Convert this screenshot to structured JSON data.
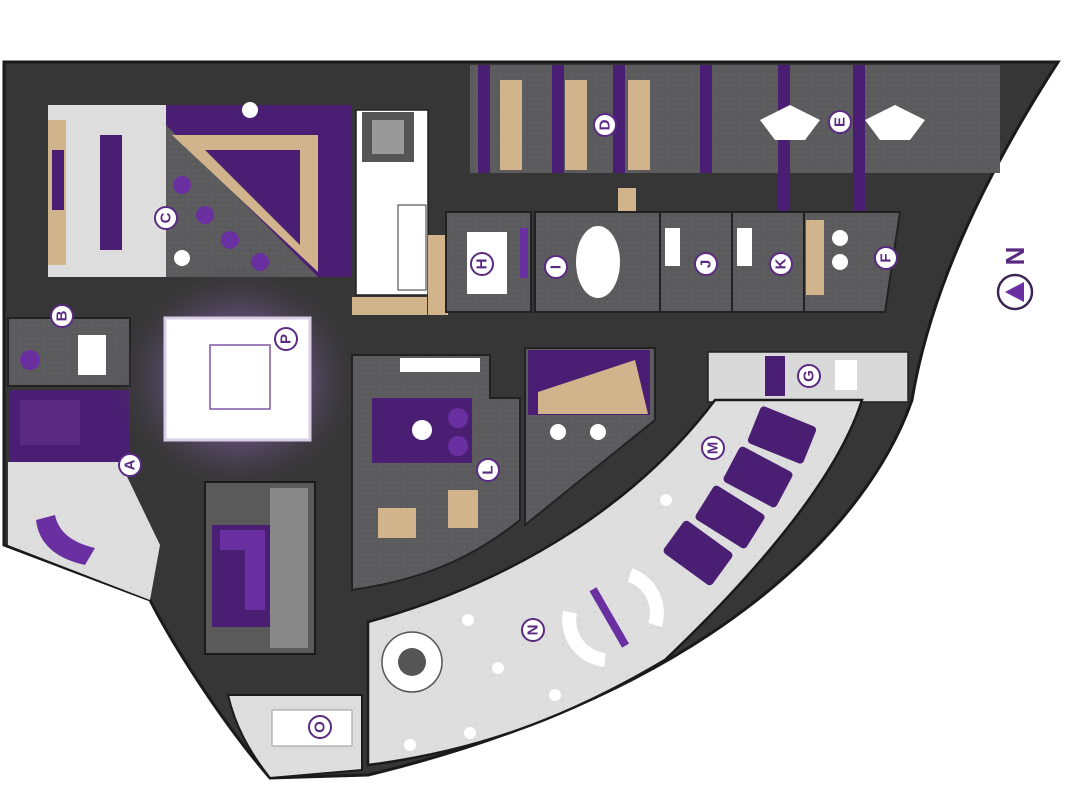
{
  "zones": [
    {
      "id": "A",
      "text": "A",
      "rotate": -90
    },
    {
      "id": "B",
      "text": "B",
      "rotate": -90
    },
    {
      "id": "C",
      "text": "C",
      "rotate": -90
    },
    {
      "id": "D",
      "text": "D",
      "rotate": -90
    },
    {
      "id": "E",
      "text": "E",
      "rotate": -90
    },
    {
      "id": "F",
      "text": "F",
      "rotate": -90
    },
    {
      "id": "G",
      "text": "G",
      "rotate": -90
    },
    {
      "id": "H",
      "text": "H",
      "rotate": -90
    },
    {
      "id": "I",
      "text": "I",
      "rotate": -90
    },
    {
      "id": "J",
      "text": "J",
      "rotate": -90
    },
    {
      "id": "K",
      "text": "K",
      "rotate": -90
    },
    {
      "id": "L",
      "text": "L",
      "rotate": -90
    },
    {
      "id": "M",
      "text": "M",
      "rotate": -90
    },
    {
      "id": "N",
      "text": "N",
      "rotate": -90
    },
    {
      "id": "O",
      "text": "O",
      "rotate": -90
    },
    {
      "id": "P",
      "text": "P",
      "rotate": -90
    }
  ],
  "north_arrow": {
    "text": "N",
    "icon": "north-arrow-icon"
  },
  "colors": {
    "floor_dark": "#3a3a3a",
    "room_grey": "#5b5b5e",
    "light_grey": "#dcdcdc",
    "purple": "#4a1f73",
    "purple_bright": "#6a2fa0",
    "wood": "#d2b48c",
    "white": "#ffffff"
  }
}
